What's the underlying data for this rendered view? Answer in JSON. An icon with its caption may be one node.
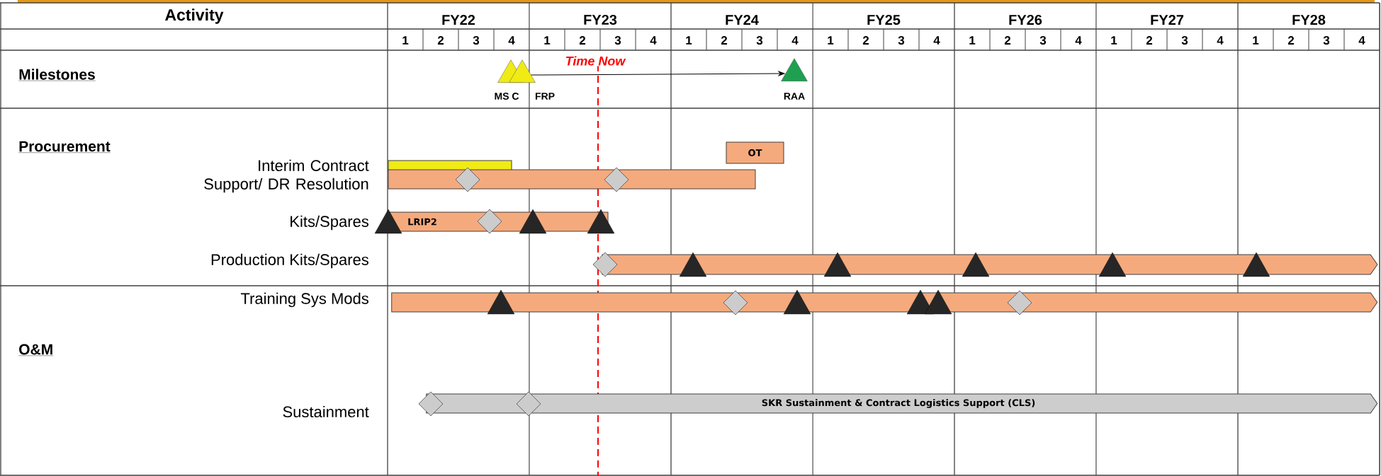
{
  "diagram": {
    "nodes": [
      {
        "text": [
          "MS C"
        ]
      },
      {
        "text": [
          "FRP"
        ]
      },
      {
        "text": [
          "RAA"
        ]
      },
      {
        "text": [
          "OT"
        ]
      },
      {
        "text": [],
        "shape": "bar"
      },
      {
        "text": [],
        "shape": "bar"
      },
      {
        "text": [
          "LRIP2"
        ]
      },
      {
        "text": [],
        "shape": "bar"
      },
      {
        "text": [],
        "shape": "bar"
      },
      {
        "text": [
          "SKR Sustainment & Contract Logistics Support (CLS)"
        ]
      }
    ],
    "edges": [
      {
        "from": 1,
        "to": 2,
        "arrow": "to"
      }
    ],
    "labels": [
      "Activity",
      "FY22",
      "FY23",
      "FY24",
      "FY25",
      "FY26",
      "FY27",
      "FY28",
      "1",
      "2",
      "3",
      "4",
      "1",
      "2",
      "3",
      "4",
      "1",
      "2",
      "3",
      "4",
      "1",
      "2",
      "3",
      "4",
      "1",
      "2",
      "3",
      "4",
      "1",
      "2",
      "3",
      "4",
      "1",
      "2",
      "3",
      "4",
      "Milestones",
      "Time Now",
      "Procurement",
      "Interim Contract Support/ DR Resolution",
      "Kits/Spares",
      "Production Kits/Spares",
      "Training Sys Mods",
      "O&M",
      "Sustainment"
    ]
  }
}
